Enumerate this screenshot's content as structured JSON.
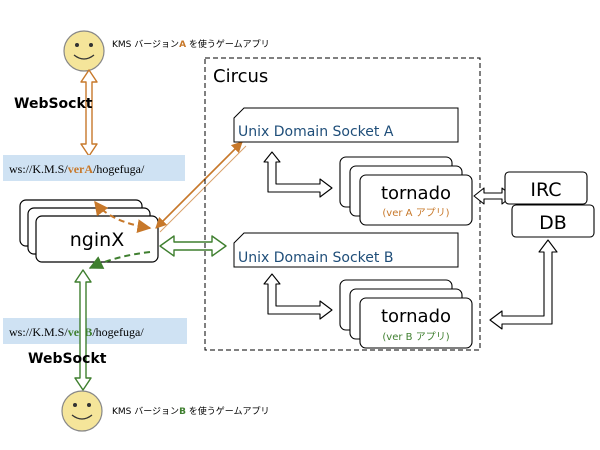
{
  "user_a": {
    "caption_prefix": "KMS バージョン",
    "caption_version": "A",
    "caption_suffix": " を使うゲームアプリ"
  },
  "user_b": {
    "caption_prefix": "KMS バージョン",
    "caption_version": "B",
    "caption_suffix": " を使うゲームアプリ"
  },
  "websocket_label_top": "WebSockt",
  "websocket_label_bottom": "WebSockt",
  "url_a": {
    "prefix": "ws://K.M.S/",
    "version": "verA",
    "suffix": "/hogefuga/"
  },
  "url_b": {
    "prefix": "ws://K.M.S/",
    "version": "verB",
    "suffix": "/hogefuga/"
  },
  "nginx_label": "nginX",
  "circus_label": "Circus",
  "socket_a_label": "Unix Domain Socket A",
  "socket_b_label": "Unix Domain Socket B",
  "tornado_a": {
    "label": "tornado",
    "sub": "(ver A アプリ)"
  },
  "tornado_b": {
    "label": "tornado",
    "sub": "(ver B アプリ)"
  },
  "irc_label": "IRC",
  "db_label": "DB",
  "colors": {
    "version_a": "#c7782a",
    "version_b": "#3f7f2f",
    "socket_text": "#1f4e79",
    "smiley": "#f5e59a",
    "url_bg": "#cfe2f3"
  }
}
